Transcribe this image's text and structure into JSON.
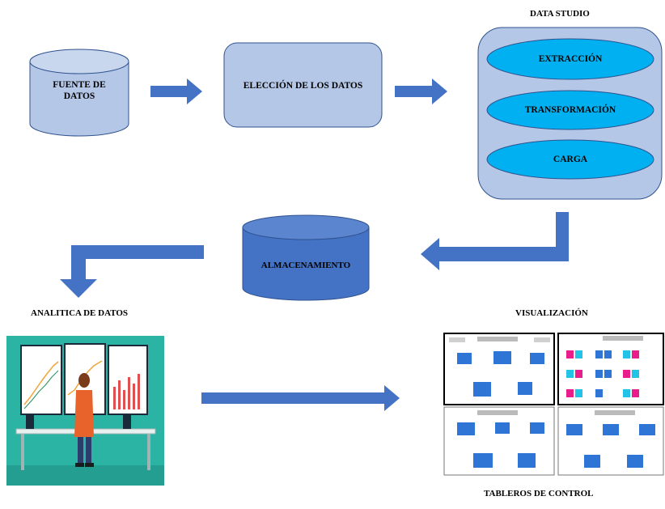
{
  "nodes": {
    "fuente": "FUENTE DE DATOS",
    "eleccion": "ELECCIÓN DE LOS DATOS",
    "data_studio": {
      "title": "DATA STUDIO",
      "steps": [
        "EXTRACCIÓN",
        "TRANSFORMACIÓN",
        "CARGA"
      ]
    },
    "almacenamiento": "ALMACENAMIENTO",
    "analitica": "ANALITICA DE DATOS",
    "visualizacion": "VISUALIZACIÓN",
    "tableros": "TABLEROS DE CONTROL"
  },
  "colors": {
    "cylinder_light": "#b4c7e7",
    "cylinder_dark": "#4472c4",
    "box_fill": "#b4c7e7",
    "oval_fill": "#00b0f0",
    "arrow": "#4472c4",
    "stroke": "#2f528f",
    "teal_bg": "#2bb3a3",
    "dashboard_blue": "#2e75d6",
    "dashboard_pink": "#e91e8c",
    "dashboard_cyan": "#22c3e6"
  }
}
